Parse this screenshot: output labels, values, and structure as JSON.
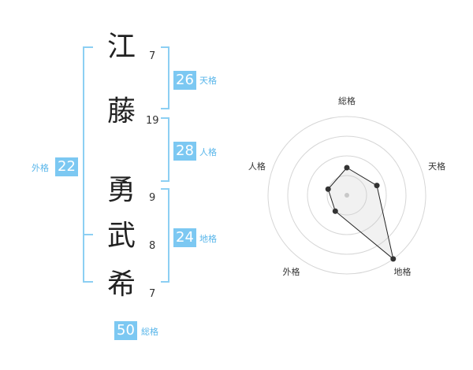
{
  "surname": [
    {
      "char": "江",
      "strokes": "7"
    },
    {
      "char": "藤",
      "strokes": "19"
    }
  ],
  "given": [
    {
      "char": "勇",
      "strokes": "9"
    },
    {
      "char": "武",
      "strokes": "8"
    },
    {
      "char": "希",
      "strokes": "7"
    }
  ],
  "kaku": {
    "ten": {
      "value": "26",
      "label": "天格"
    },
    "jin": {
      "value": "28",
      "label": "人格"
    },
    "chi": {
      "value": "24",
      "label": "地格"
    },
    "gai": {
      "value": "22",
      "label": "外格"
    },
    "sou": {
      "value": "50",
      "label": "総格"
    }
  },
  "colors": {
    "accent": "#7cc8f2",
    "bracket": "#8ccff3",
    "text": "#222222"
  },
  "chart_data": {
    "type": "radar",
    "axes": [
      "総格",
      "天格",
      "地格",
      "外格",
      "人格"
    ],
    "values": [
      0.35,
      0.4,
      1.0,
      0.25,
      0.25
    ],
    "rings": 4,
    "scale_max": 1.0
  }
}
